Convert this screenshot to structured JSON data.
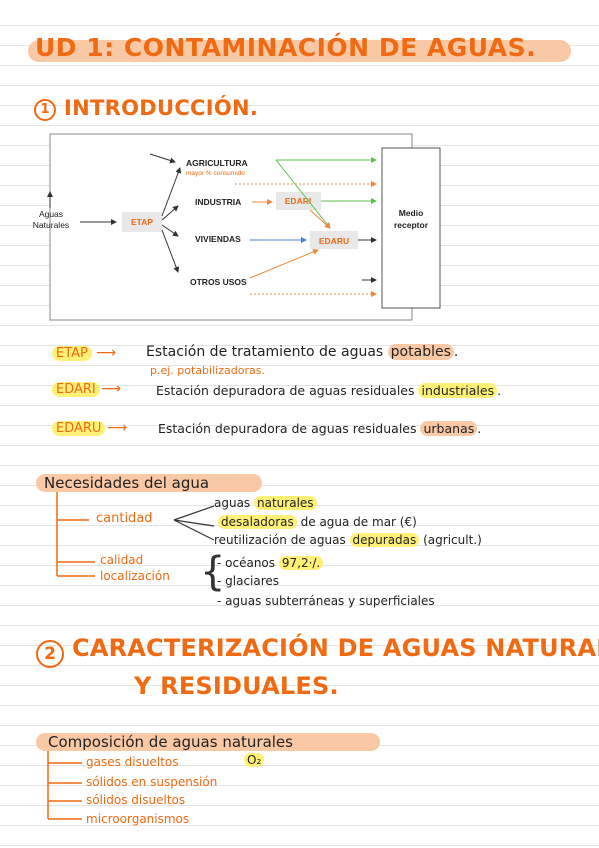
{
  "title": "UD 1: CONTAMINACIÓN DE AGUAS.",
  "section1": {
    "number": "1",
    "heading": "INTRODUCCIÓN."
  },
  "diagram": {
    "source": [
      "Aguas",
      "Naturales"
    ],
    "etap": "ETAP",
    "uses": {
      "agricultura": "AGRICULTURA",
      "agricultura_note": "mayor % consumido",
      "industria": "INDUSTRIA",
      "viviendas": "VIVIENDAS",
      "otros": "OTROS USOS"
    },
    "edari": "EDARI",
    "edaru": "EDARU",
    "receptor": [
      "Medio",
      "receptor"
    ],
    "colors": {
      "box": "#e8e8e8",
      "green": "#5cbf4a",
      "orange": "#ef8a3c",
      "blue": "#4a7fd6",
      "dark": "#333333"
    }
  },
  "defs": [
    {
      "acronym": "ETAP",
      "text_before": "Estación de tratamiento de aguas",
      "highlight": "potables",
      "text_after": ".",
      "note": "p.ej. potabilizadoras."
    },
    {
      "acronym": "EDARI",
      "text_before": "Estación depuradora de aguas residuales",
      "highlight": "industriales",
      "text_after": "."
    },
    {
      "acronym": "EDARU",
      "text_before": "Estación depuradora de aguas residuales",
      "highlight": "urbanas",
      "text_after": "."
    }
  ],
  "necesidades": {
    "heading": "Necesidades del agua",
    "cantidad": "cantidad",
    "cantidad_items": [
      {
        "before": "aguas",
        "highlight": "naturales",
        "after": ""
      },
      {
        "before": "",
        "highlight": "desaladoras",
        "after": "de agua de mar (€)"
      },
      {
        "before": "reutilización de aguas",
        "highlight": "depuradas",
        "after": "(agricult.)"
      }
    ],
    "calidad": "calidad",
    "localizacion": "localización",
    "loc_items": [
      {
        "before": "- océanos",
        "highlight": "97,2·/.",
        "after": ""
      },
      {
        "before": "- glaciares",
        "highlight": "",
        "after": ""
      },
      {
        "before": "- aguas subterráneas y superficiales",
        "highlight": "",
        "after": ""
      }
    ]
  },
  "section2": {
    "number": "2",
    "heading_line1": "CARACTERIZACIÓN DE AGUAS NATURALES",
    "heading_line2": "Y RESIDUALES."
  },
  "composicion": {
    "heading": "Composición de aguas naturales",
    "items": [
      "gases disueltos",
      "sólidos en suspensión",
      "sólidos disueltos",
      "microorganismos"
    ],
    "gas_note": "O₂"
  }
}
